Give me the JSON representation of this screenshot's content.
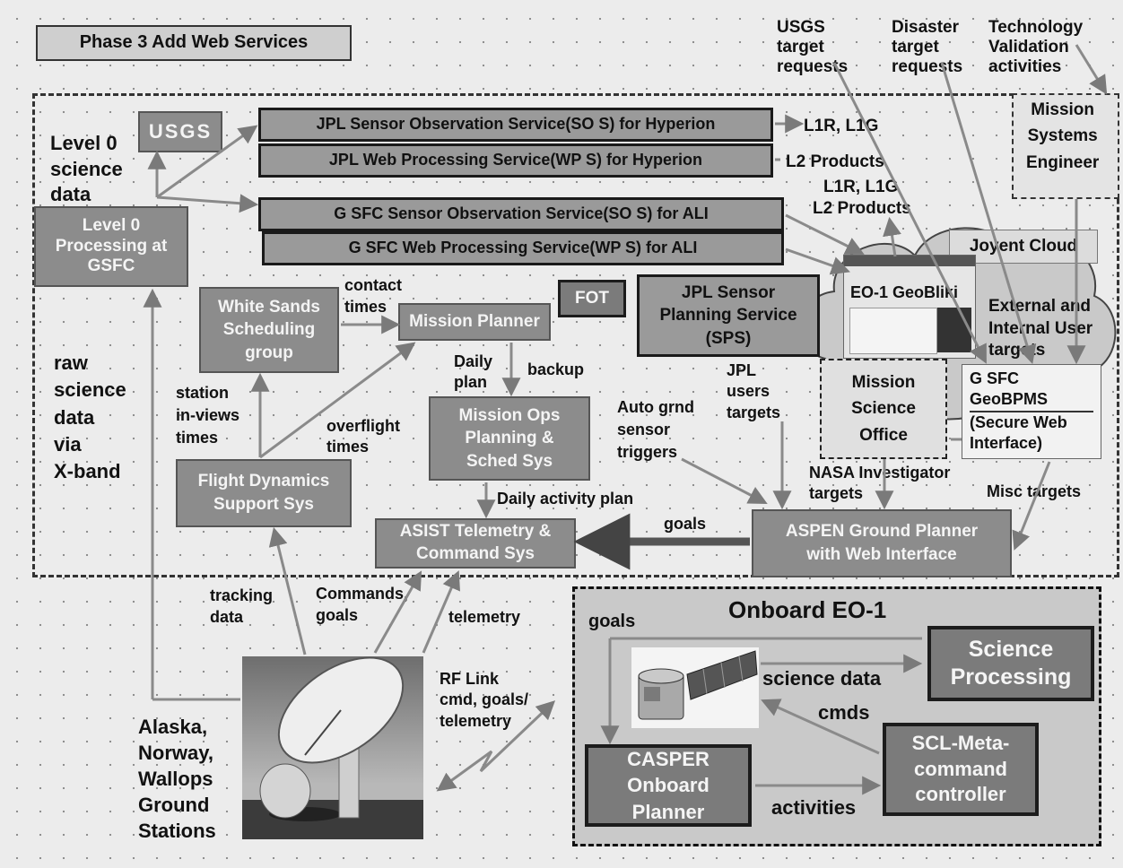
{
  "phase_title": "Phase 3 Add Web Services",
  "top_requests": {
    "usgs": [
      "USGS",
      "target",
      "requests"
    ],
    "disaster": [
      "Disaster",
      "target",
      "requests"
    ],
    "tech": [
      "Technology",
      "Validation",
      "activities"
    ]
  },
  "mission_systems_engineer": [
    "Mission",
    "Systems",
    "Engineer"
  ],
  "usgs_box": "USGS",
  "level0_science": [
    "Level  0",
    "science",
    "data"
  ],
  "level0_processing": [
    "Level 0",
    "Processing  at",
    "GSFC"
  ],
  "services": {
    "jpl_sos": "JPL  Sensor  Observation   Service(SO S)   for Hyperion",
    "jpl_wps": "JPL  Web  Processing   Service(WP S)   for Hyperion",
    "gsfc_sos": "G SFC  Sensor  Observation   Service(SO S)   for ALI",
    "gsfc_wps": "G SFC  Web  Processing   Service(WP S)   for ALI"
  },
  "outputs": {
    "l1r_l1g": "L1R, L1G",
    "l2_products": "L2 Products",
    "l1r_l1g_2": "L1R, L1G",
    "l2_products_2": "L2 Products"
  },
  "joyent_cloud": "Joyent Cloud",
  "eo1_geobliki": "EO-1 GeoBliki",
  "external_internal": [
    "External  and",
    "Internal User",
    "targets"
  ],
  "mission_science_office": [
    "Mission",
    "Science",
    "Office"
  ],
  "gsfc_geobpms": [
    "G SFC",
    "GeoBPMS",
    "(Secure Web",
    "Interface)"
  ],
  "fot": "FOT",
  "white_sands": [
    "White Sands",
    "Scheduling",
    "group"
  ],
  "contact_times": [
    "contact",
    "times"
  ],
  "mission_planner": "Mission  Planner",
  "jpl_sps": [
    "JPL  Sensor",
    "Planning  Service",
    "(SPS)"
  ],
  "daily_plan": [
    "Daily",
    "plan"
  ],
  "backup": "backup",
  "jpl_users_targets": [
    "JPL",
    "users",
    "targets"
  ],
  "station_inviews": [
    "station",
    "in-views",
    "times"
  ],
  "overflight_times": [
    "overflight",
    "times"
  ],
  "mission_ops": [
    "Mission Ops",
    "Planning &",
    "Sched Sys"
  ],
  "auto_grnd": [
    "Auto grnd",
    "sensor",
    "triggers"
  ],
  "nasa_investigator": [
    "NASA  Investigator",
    "targets"
  ],
  "misc_targets": "Misc targets",
  "raw_science": [
    "raw",
    "science",
    "data",
    "via",
    "X-band"
  ],
  "flight_dynamics": [
    "Flight Dynamics",
    "Support Sys"
  ],
  "daily_activity_plan": "Daily activity plan",
  "asist": [
    "ASIST  Telemetry  &",
    "Command Sys"
  ],
  "goals_label": "goals",
  "aspen": [
    "ASPEN  Ground  Planner",
    "with Web Interface"
  ],
  "tracking_data": [
    "tracking",
    "data"
  ],
  "commands_goals": [
    "Commands,",
    "goals"
  ],
  "telemetry": "telemetry",
  "rf_link": [
    "RF Link",
    "cmd, goals/",
    "telemetry"
  ],
  "ground_stations": [
    "Alaska,",
    "Norway,",
    "Wallops",
    "Ground",
    "Stations"
  ],
  "onboard_title": "Onboard EO-1",
  "onboard_goals": "goals",
  "science_processing": [
    "Science",
    "Processing"
  ],
  "science_data": "science data",
  "cmds": "cmds",
  "casper": [
    "CASPER",
    "Onboard",
    "Planner"
  ],
  "activities": "activities",
  "scl": [
    "SCL-Meta-",
    "command",
    "controller"
  ]
}
